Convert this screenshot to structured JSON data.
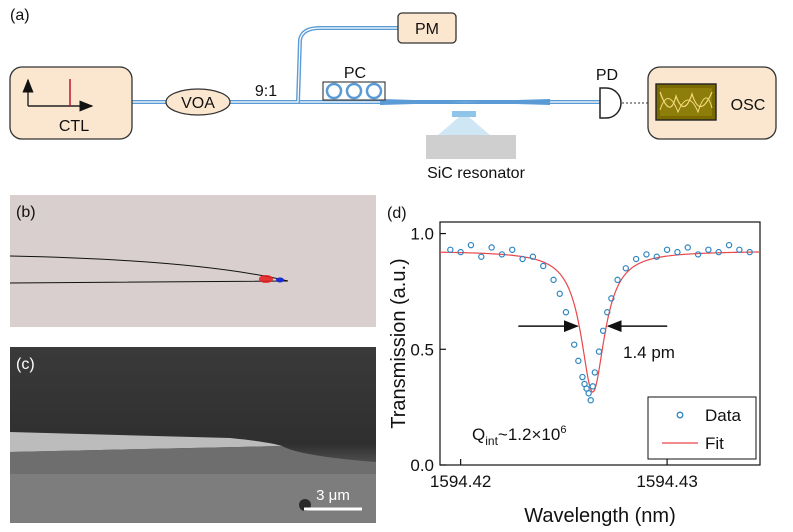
{
  "panel_labels": {
    "a": "(a)",
    "b": "(b)",
    "c": "(c)",
    "d": "(d)"
  },
  "setup": {
    "ctl": "CTL",
    "voa": "VOA",
    "splitter": "9:1",
    "pc": "PC",
    "pm": "PM",
    "pd": "PD",
    "osc": "OSC",
    "resonator": "SiC resonator"
  },
  "sem": {
    "scalebar": "3 μm"
  },
  "colors": {
    "box_fill": "#fbe7cf",
    "fiber": "#5b9bd5",
    "data_marker": "#2e86c1",
    "fit_line": "#e8474c",
    "sim_bg": "#d9cfcf",
    "osc_screen": "#8a7a00"
  },
  "chart_data": {
    "type": "scatter",
    "xlabel": "Wavelength (nm)",
    "ylabel": "Transmission (a.u.)",
    "xlim": [
      1594.419,
      1594.4345
    ],
    "ylim": [
      0.0,
      1.05
    ],
    "xticks": [
      1594.42,
      1594.43
    ],
    "xtick_labels": [
      "1594.42",
      "1594.43"
    ],
    "yticks": [
      0.0,
      0.5,
      1.0
    ],
    "ytick_labels": [
      "0.0",
      "0.5",
      "1.0"
    ],
    "legend": {
      "position": "bottom-right",
      "entries": [
        "Data",
        "Fit"
      ]
    },
    "annotation_linewidth": "1.4 pm",
    "annotation_q_base": "Q",
    "annotation_q_sub": "int",
    "annotation_q_value": "~1.2×10",
    "annotation_q_exp": "6",
    "series": [
      {
        "name": "Data",
        "type": "scatter",
        "x": [
          1594.4195,
          1594.42,
          1594.4205,
          1594.421,
          1594.4215,
          1594.422,
          1594.4225,
          1594.423,
          1594.4235,
          1594.424,
          1594.4245,
          1594.4248,
          1594.4251,
          1594.4253,
          1594.4255,
          1594.4257,
          1594.4259,
          1594.426,
          1594.4261,
          1594.4262,
          1594.4263,
          1594.4264,
          1594.4265,
          1594.4267,
          1594.4269,
          1594.4271,
          1594.4273,
          1594.4276,
          1594.428,
          1594.4285,
          1594.429,
          1594.4295,
          1594.43,
          1594.4305,
          1594.431,
          1594.4315,
          1594.432,
          1594.4325,
          1594.433,
          1594.4335,
          1594.434
        ],
        "y": [
          0.93,
          0.92,
          0.95,
          0.9,
          0.94,
          0.91,
          0.93,
          0.89,
          0.9,
          0.86,
          0.8,
          0.74,
          0.66,
          0.6,
          0.52,
          0.45,
          0.38,
          0.35,
          0.33,
          0.31,
          0.28,
          0.34,
          0.4,
          0.49,
          0.58,
          0.66,
          0.72,
          0.8,
          0.85,
          0.89,
          0.91,
          0.9,
          0.93,
          0.92,
          0.94,
          0.91,
          0.93,
          0.92,
          0.95,
          0.93,
          0.92
        ]
      },
      {
        "name": "Fit",
        "type": "line",
        "model": "lorentzian",
        "center": 1594.4264,
        "fwhm_nm": 0.0014,
        "baseline": 0.925,
        "depth": 0.61
      }
    ]
  }
}
